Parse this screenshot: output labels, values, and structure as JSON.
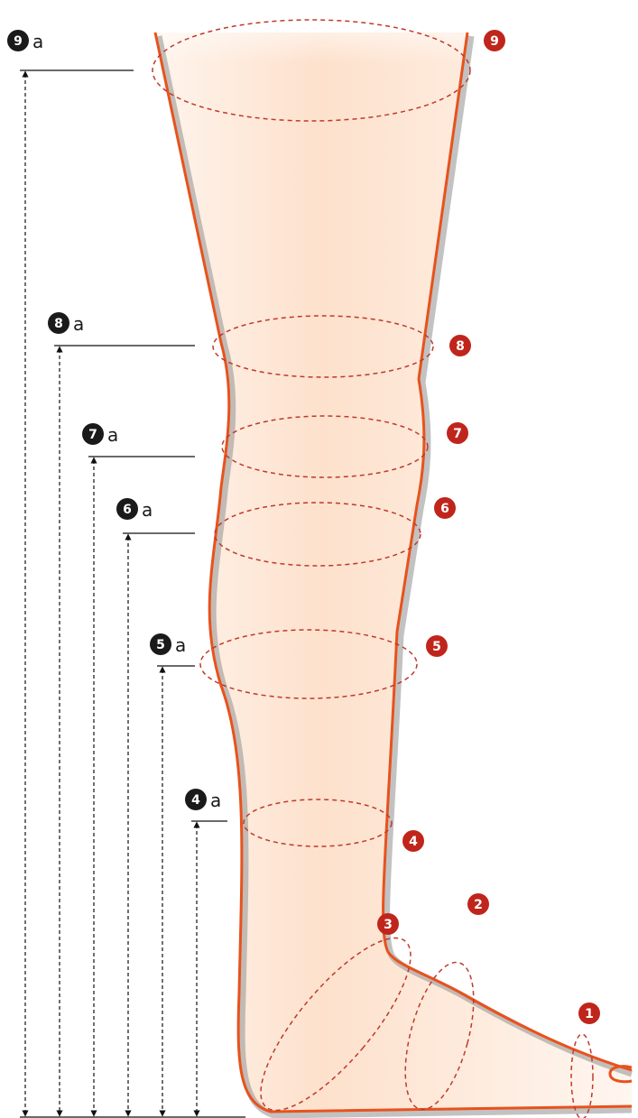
{
  "diagram": {
    "suffix": "a",
    "colors": {
      "outline": "#e8521c",
      "shadow": "#9a9a9a",
      "skin": "#fde3cf",
      "ring": "#c0392b",
      "marker_red": "#c0251c",
      "marker_black": "#1a1a1a",
      "guide": "#111111"
    },
    "red_markers": [
      "1",
      "2",
      "3",
      "4",
      "5",
      "6",
      "7",
      "8",
      "9"
    ],
    "height_markers": [
      "4",
      "5",
      "6",
      "7",
      "8",
      "9"
    ]
  }
}
